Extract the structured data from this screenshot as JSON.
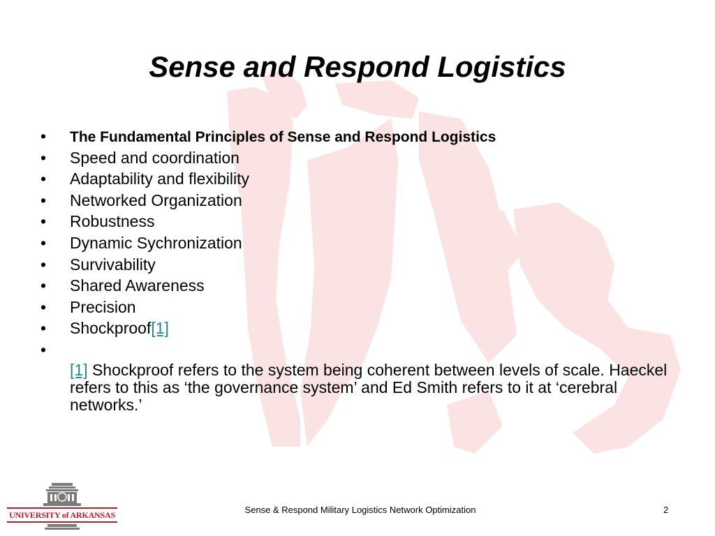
{
  "slide": {
    "title": "Sense and Respond Logistics",
    "bullets": [
      {
        "text": "The Fundamental Principles of Sense and Respond Logistics",
        "bold": true
      },
      {
        "text": "Speed and coordination"
      },
      {
        "text": "Adaptability and flexibility"
      },
      {
        "text": "Networked Organization"
      },
      {
        "text": "Robustness"
      },
      {
        "text": "Dynamic Sychronization"
      },
      {
        "text": "Survivability"
      },
      {
        "text": "Shared Awareness"
      },
      {
        "text": "Precision"
      },
      {
        "text": "Shockproof",
        "ref": "[1]"
      }
    ],
    "bullet_char": "•",
    "footnote": {
      "ref": "[1]",
      "text": " Shockproof refers to the system being coherent between levels of scale. Haeckel refers to this as ‘the governance system’ and Ed Smith refers to it at ‘cerebral networks.’"
    },
    "footer": "Sense & Respond Military Logistics Network Optimization",
    "page_number": "2",
    "logo": {
      "text": "UNIVERSITY of ARKANSAS",
      "color": "#b0202a"
    },
    "colors": {
      "link": "#1f8a8a",
      "watermark": "#fbe3e3"
    }
  }
}
